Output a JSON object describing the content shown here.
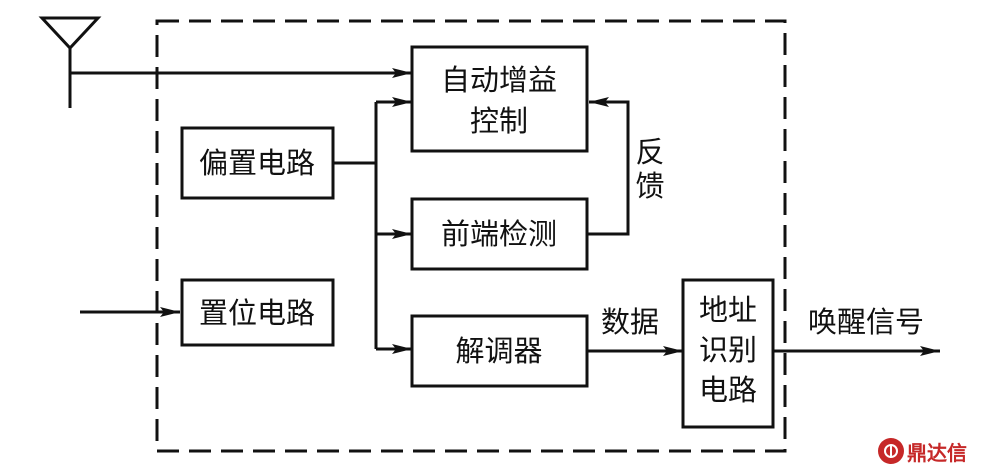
{
  "blocks": {
    "agc": [
      "自动增益",
      "控制"
    ],
    "bias": "偏置电路",
    "frontend": "前端检测",
    "reset": "置位电路",
    "demod": "解调器",
    "addr": [
      "地址",
      "识别",
      "电路"
    ]
  },
  "labels": {
    "feedback": [
      "反",
      "馈"
    ],
    "data": "数据",
    "wakeup": "唤醒信号"
  },
  "watermark": "鼎达信"
}
